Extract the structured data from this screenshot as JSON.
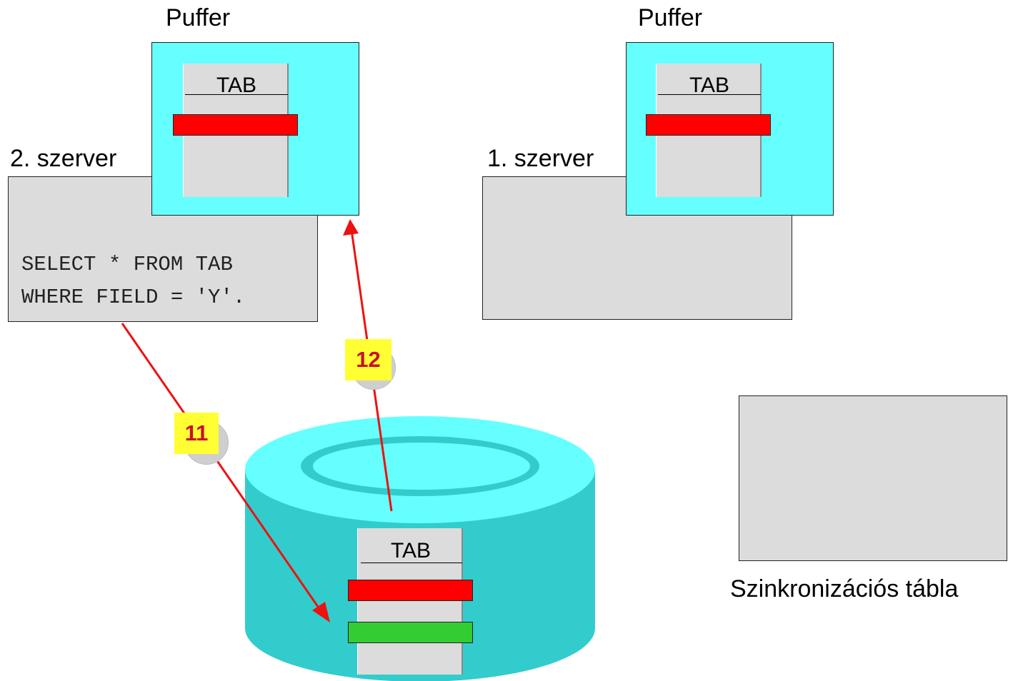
{
  "server2": {
    "label": "2. szerver",
    "buffer_label": "Puffer",
    "tab_label": "TAB",
    "code_line1": "SELECT * FROM TAB",
    "code_line2": "WHERE FIELD = 'Y'."
  },
  "server1": {
    "label": "1. szerver",
    "buffer_label": "Puffer",
    "tab_label": "TAB"
  },
  "database": {
    "tab_label": "TAB"
  },
  "sync_table": {
    "label": "Szinkronizációs tábla"
  },
  "steps": [
    {
      "number": "11"
    },
    {
      "number": "12"
    }
  ],
  "colors": {
    "buffer": "#66ffff",
    "database_side": "#33cccc",
    "database_top": "#66ffff",
    "box_gray": "#dcdcdc",
    "row_red": "#ff0000",
    "row_green": "#33cc33",
    "arrow": "#ee1111",
    "badge_bg": "#ffff33",
    "badge_text": "#c8102e"
  }
}
